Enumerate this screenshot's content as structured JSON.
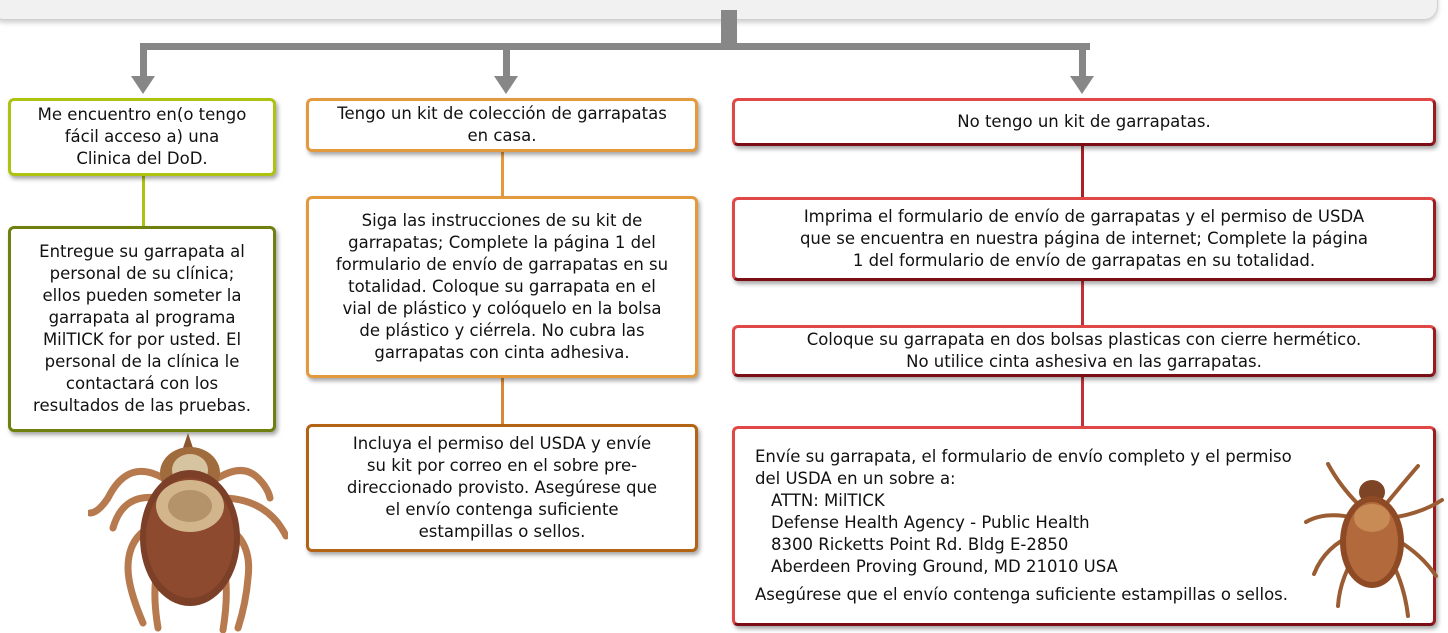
{
  "left": {
    "box1": [
      "Me encuentro en(o tengo",
      "fácil acceso a) una",
      "Clinica del DoD."
    ],
    "box2": [
      "Entregue su garrapata al",
      "personal de su clínica;",
      "ellos pueden someter la",
      "garrapata al programa",
      "MilTICK for por usted. El",
      "personal de la clínica le",
      "contactará con los",
      "resultados de las pruebas."
    ]
  },
  "middle": {
    "box1": [
      "Tengo un kit de colección de garrapatas",
      "en casa."
    ],
    "box2": [
      "Siga las instrucciones de su kit de",
      "garrapatas; Complete la página 1 del",
      "formulario de envío de garrapatas en su",
      "totalidad. Coloque su garrapata en el",
      "vial de plástico y colóquelo en la bolsa",
      "de plástico y ciérrela. No cubra  las",
      "garrapatas con cinta adhesiva."
    ],
    "box3": [
      "Incluya el permiso del USDA y envíe",
      "su kit por correo en el sobre pre-",
      "direccionado provisto. Asegúrese que",
      "el envío contenga suficiente",
      "estampillas o sellos."
    ]
  },
  "right": {
    "box1": "No tengo un kit de garrapatas.",
    "box2": [
      "Imprima el formulario de envío de garrapatas y el permiso de USDA",
      "que se encuentra en nuestra página de internet; Complete la página",
      "1 del formulario de envío de garrapatas en su totalidad."
    ],
    "box3": [
      "Coloque su garrapata en dos bolsas plasticas con cierre hermético.",
      "No utilice cinta ashesiva en las garrapatas."
    ],
    "box4": {
      "intro": [
        "Envíe su garrapata, el formulario de envío completo y el permiso",
        "del USDA en un sobre a:"
      ],
      "address": [
        "ATTN: MilTICK",
        "Defense Health Agency - Public Health",
        "8300 Ricketts Point Rd. Bldg E-2850",
        "Aberdeen Proving Ground, MD 21010 USA"
      ],
      "closing": "Asegúrese que el envío contenga suficiente estampillas o sellos."
    }
  },
  "colors": {
    "connector": "#878787",
    "green": "#aec212",
    "orange": "#e39a3e",
    "red": "#e04848",
    "dark_red": "#7a0e14"
  },
  "images": [
    "tick-photo-left",
    "tick-photo-right"
  ]
}
